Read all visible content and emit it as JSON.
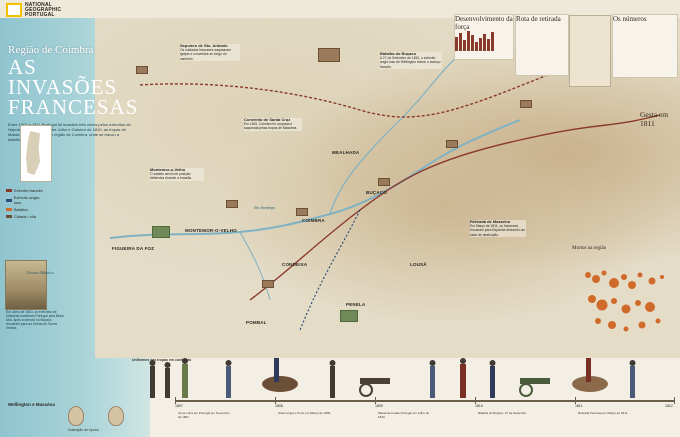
{
  "header": {
    "brand_lines": [
      "NATIONAL",
      "GEOGRAPHIC",
      "PORTUGAL"
    ]
  },
  "title": {
    "region": "Região de Coimbra",
    "main_line1": "AS INVASÕES",
    "main_line2": "FRANCESAS",
    "intro": "Entre 1807 e 1811 Portugal foi invadido três vezes pelos exércitos de Napoleão Bonaparte. Entre Julho e Outubro de 1810, as tropas de Masséna atravessaram a região de Coimbra, onde se travou a batalha do Buçaco."
  },
  "legend": {
    "items": [
      {
        "label": "Exército francês",
        "color": "#8a3a2a"
      },
      {
        "label": "Exército anglo-luso",
        "color": "#2f4f7a"
      },
      {
        "label": "Batalha",
        "color": "#d06a2a"
      },
      {
        "label": "Cidade / vila",
        "color": "#6b5038"
      }
    ]
  },
  "places": {
    "coimbra": "COIMBRA",
    "bucaco": "BUÇACO",
    "figueira": "FIGUEIRA DA FOZ",
    "montemor": "MONTEMOR-O-VELHO",
    "condeixa": "CONDEIXA",
    "penela": "PENELA",
    "pombal": "POMBAL",
    "mealhada": "MEALHADA",
    "lousa": "LOUSÃ",
    "mondego": "Rio Mondego",
    "sea": "Oceano Atlântico"
  },
  "annotations": {
    "a1_title": "Sepulcro de Sto. António",
    "a1_text": "Os soldados franceses saquearam igrejas e conventos ao longo do caminho.",
    "a2_title": "Convento de Santa Cruz",
    "a2_text": "Em 1810, Coimbra foi ocupada e saqueada pelas tropas de Masséna.",
    "a3_title": "Batalha do Buçaco",
    "a3_text": "A 27 de Setembro de 1810, o exército anglo-luso de Wellington travou o avanço francês.",
    "a4_title": "Retirada de Masséna",
    "a4_text": "Em Março de 1811, os franceses recuaram para Espanha deixando um rasto de destruição.",
    "a5_title": "Montemor-o-Velho",
    "a5_text": "O castelo serviu de posição defensiva durante a invasão."
  },
  "side_boxes": {
    "forces_title": "Desenvolvimento da força",
    "retreat_title": "Rota de retirada",
    "fact_title": "Os números",
    "gemma_title": "Gesta em 1811",
    "deaths_title": "Mortos na região"
  },
  "bars": {
    "values": [
      14,
      18,
      11,
      20,
      16,
      9,
      13,
      17,
      12,
      19
    ]
  },
  "bottom": {
    "left_head": "Wellington e Masséna",
    "left_caption": "Em Julho de 1810, os exércitos de Masséna invadiram Portugal pela Beira Alta. Após a derrota no Buçaco, recuaram para as Linhas de Torres Vedras.",
    "painting_caption": "Ilustração de época",
    "uniforms_label": "Uniformes das tropas em confronto"
  },
  "timeline": {
    "years": [
      "1807",
      "1808",
      "1809",
      "1810",
      "1811",
      "1812"
    ],
    "notes": [
      "Junot entra em Portugal em Novembro de 1807.",
      "Soult ocupa o Porto em Março de 1809.",
      "Masséna invade Portugal em Julho de 1810.",
      "Batalha do Buçaco, 27 de Setembro.",
      "Retirada francesa em Março de 1811."
    ]
  }
}
